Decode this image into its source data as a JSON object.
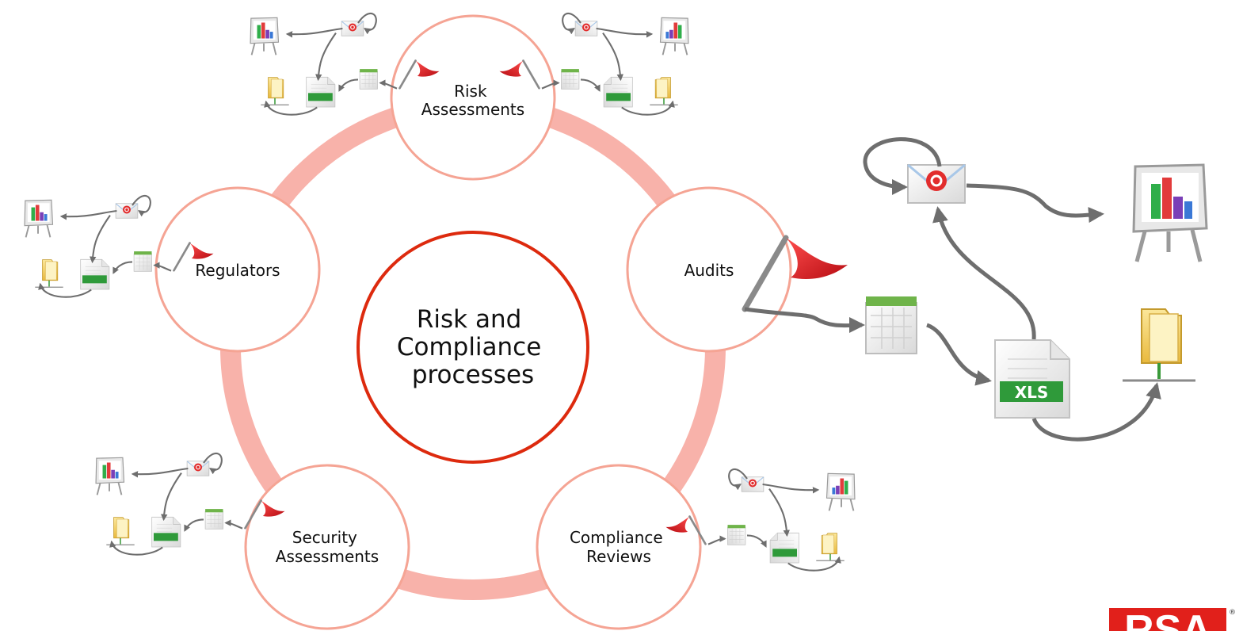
{
  "colors": {
    "ring": "#f8b2aa",
    "node_stroke": "#f5a494",
    "center_stroke": "#dd2a0e",
    "flag": "#e01b22",
    "arrow": "#6e6e6e",
    "logo": "#e1201b"
  },
  "center": {
    "lines": [
      "Risk and",
      "Compliance",
      "processes"
    ]
  },
  "nodes": [
    {
      "id": "risk-assessments",
      "lines": [
        "Risk",
        "Assessments"
      ]
    },
    {
      "id": "audits",
      "lines": [
        "Audits"
      ]
    },
    {
      "id": "compliance-reviews",
      "lines": [
        "Compliance",
        "Reviews"
      ]
    },
    {
      "id": "security-assessments",
      "lines": [
        "Security",
        "Assessments"
      ]
    },
    {
      "id": "regulators",
      "lines": [
        "Regulators"
      ]
    }
  ],
  "workflow": {
    "icons": [
      "flag-icon",
      "calendar-icon",
      "xls-file-icon",
      "email-icon",
      "chart-easel-icon",
      "folder-icon"
    ],
    "xls_label": "XLS"
  },
  "logo": {
    "text": "RSA",
    "registered": "®"
  }
}
